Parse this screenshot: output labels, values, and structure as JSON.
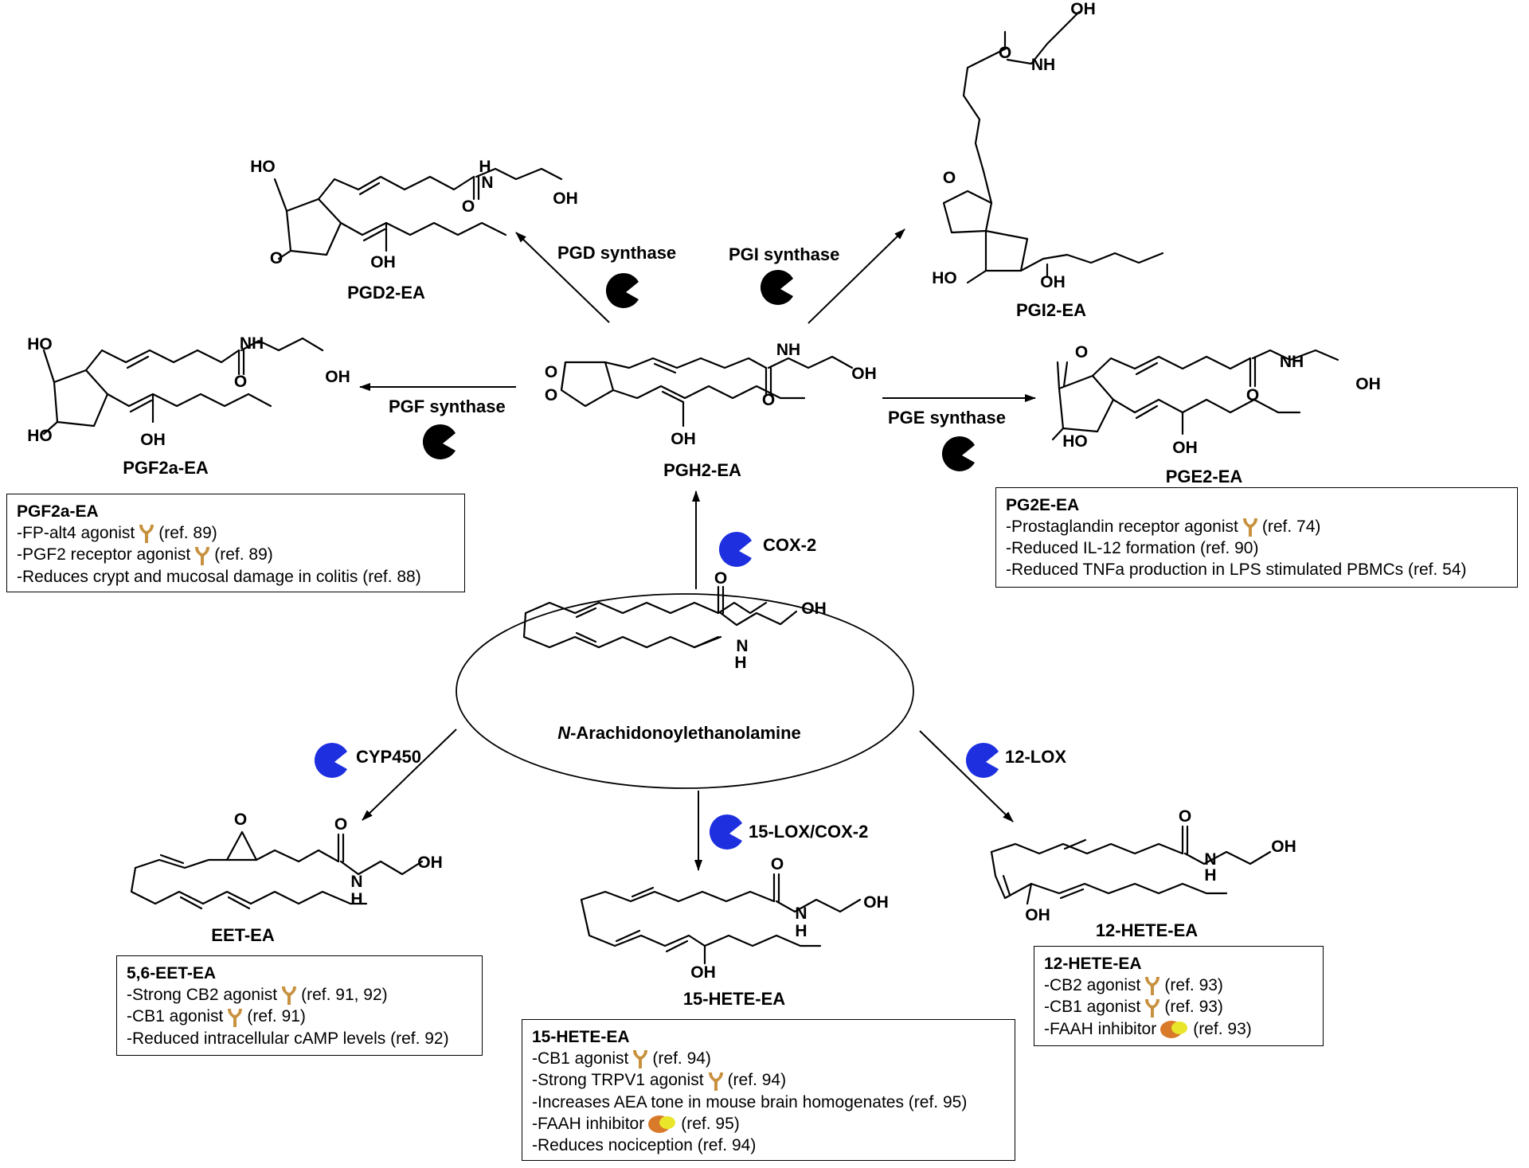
{
  "colors": {
    "enzyme_active": "#1e2fe0",
    "enzyme_synthase": "#000000",
    "receptor_icon": "#c8913e",
    "faah_orange": "#d97a2b",
    "faah_yellow": "#e9e52a"
  },
  "icons": {
    "enzyme": "pacman-enzyme-icon",
    "receptor": "y-receptor-icon",
    "inhibitor": "faah-blob-icon"
  },
  "compounds": {
    "pgd2": "PGD2-EA",
    "pgi2": "PGI2-EA",
    "pgf2a": "PGF2a-EA",
    "pgh2": "PGH2-EA",
    "pge2": "PGE2-EA",
    "aea_prefix": "N",
    "aea_rest": "-Arachidonoylethanolamine",
    "eet": "EET-EA",
    "hete15": "15-HETE-EA",
    "hete12": "12-HETE-EA"
  },
  "enzymes": {
    "pgd": "PGD synthase",
    "pgi": "PGI synthase",
    "pgf": "PGF synthase",
    "pge": "PGE synthase",
    "cox2": "COX-2",
    "cyp": "CYP450",
    "lox15": "15-LOX/COX-2",
    "lox12": "12-LOX"
  },
  "atoms": {
    "oh": "OH",
    "ho": "HO",
    "nh": "NH",
    "n": "N",
    "h": "H",
    "o": "O"
  },
  "boxes": {
    "pgf2a": {
      "title": "PGF2a-EA",
      "l1a": "-FP-alt4 agonist",
      "l1b": "(ref. 89)",
      "l2a": "-PGF2 receptor agonist",
      "l2b": "(ref. 89)",
      "l3": "-Reduces crypt and mucosal damage in colitis (ref. 88)"
    },
    "pge2": {
      "title": "PG2E-EA",
      "l1a": "-Prostaglandin receptor agonist",
      "l1b": "(ref. 74)",
      "l2": "-Reduced IL-12 formation (ref. 90)",
      "l3": "-Reduced TNFa production in LPS stimulated PBMCs (ref. 54)"
    },
    "eet": {
      "title": "5,6-EET-EA",
      "l1a": "-Strong CB2 agonist",
      "l1b": "(ref. 91, 92)",
      "l2a": "-CB1 agonist",
      "l2b": "(ref. 91)",
      "l3": "-Reduced intracellular cAMP levels (ref. 92)"
    },
    "hete15": {
      "title": "15-HETE-EA",
      "l1a": "-CB1 agonist",
      "l1b": "(ref. 94)",
      "l2a": "-Strong TRPV1 agonist",
      "l2b": "(ref. 94)",
      "l3": "-Increases AEA tone in mouse brain homogenates (ref. 95)",
      "l4a": "-FAAH inhibitor",
      "l4b": "(ref. 95)",
      "l5": "-Reduces nociception (ref. 94)"
    },
    "hete12": {
      "title": "12-HETE-EA",
      "l1a": "-CB2 agonist",
      "l1b": "(ref. 93)",
      "l2a": "-CB1 agonist",
      "l2b": "(ref. 93)",
      "l3a": "-FAAH inhibitor",
      "l3b": "(ref. 93)"
    }
  }
}
